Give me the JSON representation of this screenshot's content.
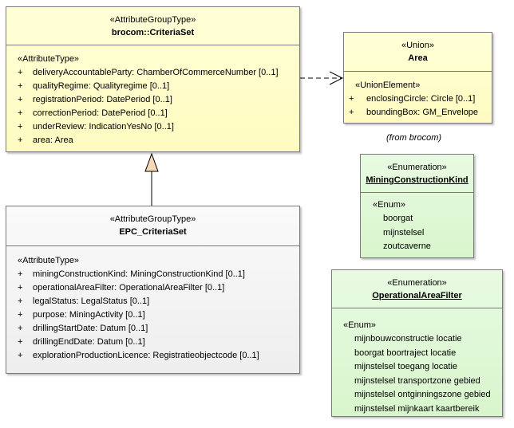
{
  "criteria_set": {
    "stereotype": "«AttributeGroupType»",
    "name": "brocom::CriteriaSet",
    "section": "«AttributeType»",
    "attributes": [
      {
        "vis": "+",
        "text": "deliveryAccountableParty: ChamberOfCommerceNumber [0..1]"
      },
      {
        "vis": "+",
        "text": "qualityRegime: Qualityregime [0..1]"
      },
      {
        "vis": "+",
        "text": "registrationPeriod: DatePeriod [0..1]"
      },
      {
        "vis": "+",
        "text": "correctionPeriod: DatePeriod [0..1]"
      },
      {
        "vis": "+",
        "text": "underReview: IndicationYesNo [0..1]"
      },
      {
        "vis": "+",
        "text": "area: Area"
      }
    ]
  },
  "area": {
    "stereotype": "«Union»",
    "name": "Area",
    "section": "«UnionElement»",
    "attributes": [
      {
        "vis": "+",
        "text": "enclosingCircle: Circle [0..1]"
      },
      {
        "vis": "+",
        "text": "boundingBox: GM_Envelope"
      }
    ],
    "from": "(from brocom)"
  },
  "epc_criteria_set": {
    "stereotype": "«AttributeGroupType»",
    "name": "EPC_CriteriaSet",
    "section": "«AttributeType»",
    "attributes": [
      {
        "vis": "+",
        "text": "miningConstructionKind: MiningConstructionKind [0..1]"
      },
      {
        "vis": "+",
        "text": "operationalAreaFilter: OperationalAreaFilter [0..1]"
      },
      {
        "vis": "+",
        "text": "legalStatus: LegalStatus [0..1]"
      },
      {
        "vis": "+",
        "text": "purpose: MiningActivity [0..1]"
      },
      {
        "vis": "+",
        "text": "drillingStartDate: Datum [0..1]"
      },
      {
        "vis": "+",
        "text": "drillingEndDate: Datum [0..1]"
      },
      {
        "vis": "+",
        "text": "explorationProductionLicence: Registratieobjectcode [0..1]"
      }
    ]
  },
  "mining_construction_kind": {
    "stereotype": "«Enumeration»",
    "name": "MiningConstructionKind",
    "section": "«Enum»",
    "literals": [
      "boorgat",
      "mijnstelsel",
      "zoutcaverne"
    ]
  },
  "operational_area_filter": {
    "stereotype": "«Enumeration»",
    "name": "OperationalAreaFilter",
    "section": "«Enum»",
    "literals": [
      "mijnbouwconstructie locatie",
      "boorgat boortraject locatie",
      "mijnstelsel toegang locatie",
      "mijnstelsel transportzone gebied",
      "mijnstelsel ontginningszone gebied",
      "mijnstelsel mijnkaart kaartbereik"
    ]
  }
}
